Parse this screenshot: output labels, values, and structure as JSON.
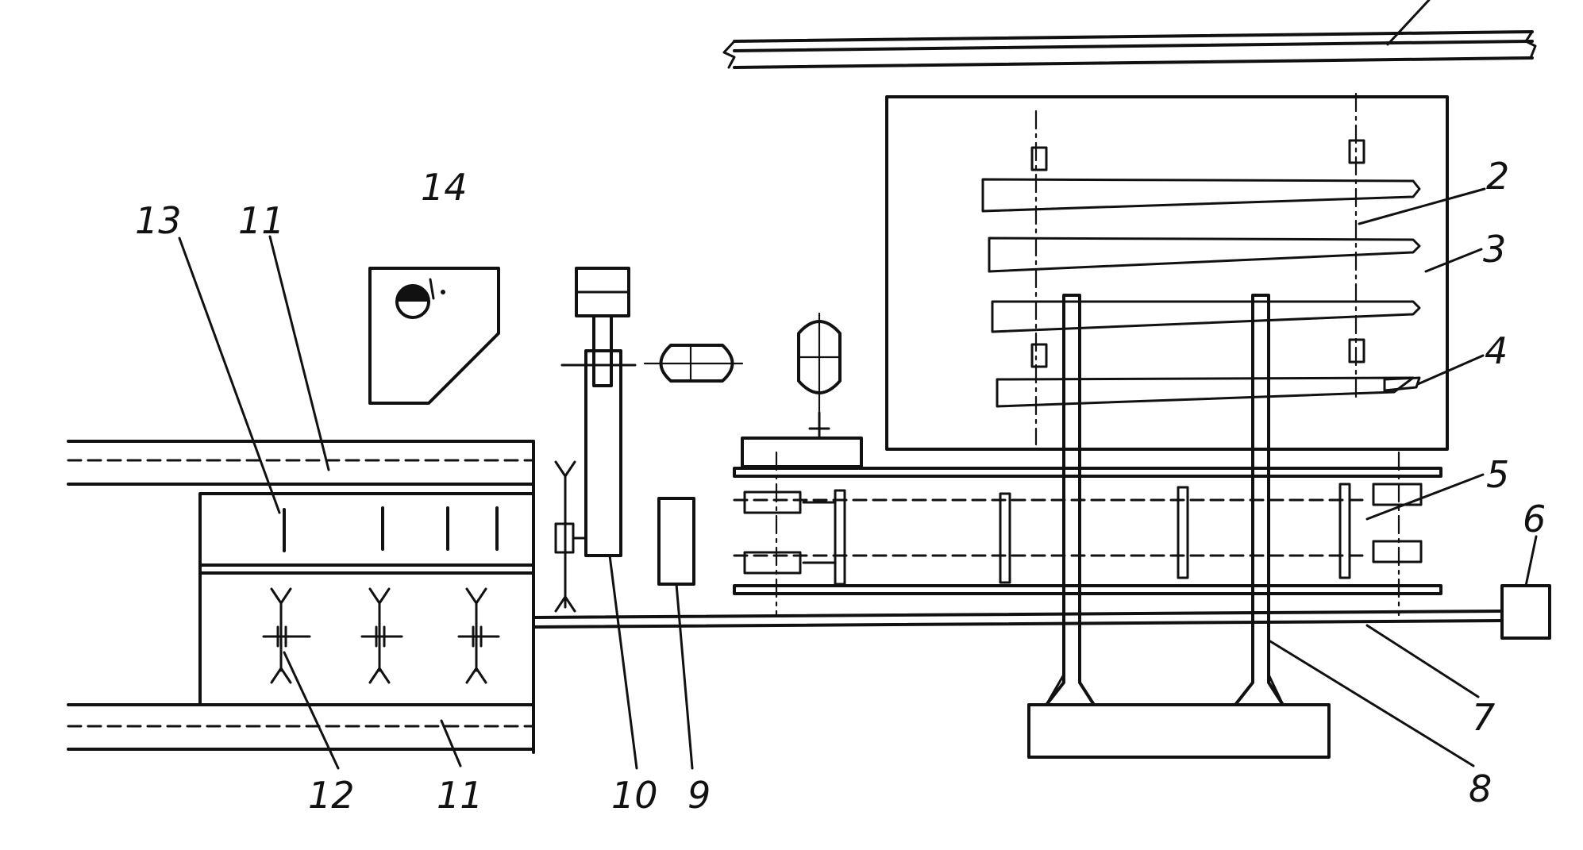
{
  "labels": {
    "l2": "2",
    "l3": "3",
    "l4": "4",
    "l5": "5",
    "l6": "6",
    "l7": "7",
    "l8": "8",
    "l9": "9",
    "l10": "10",
    "l11a": "11",
    "l11b": "11",
    "l12": "12",
    "l13": "13",
    "l14": "14"
  }
}
